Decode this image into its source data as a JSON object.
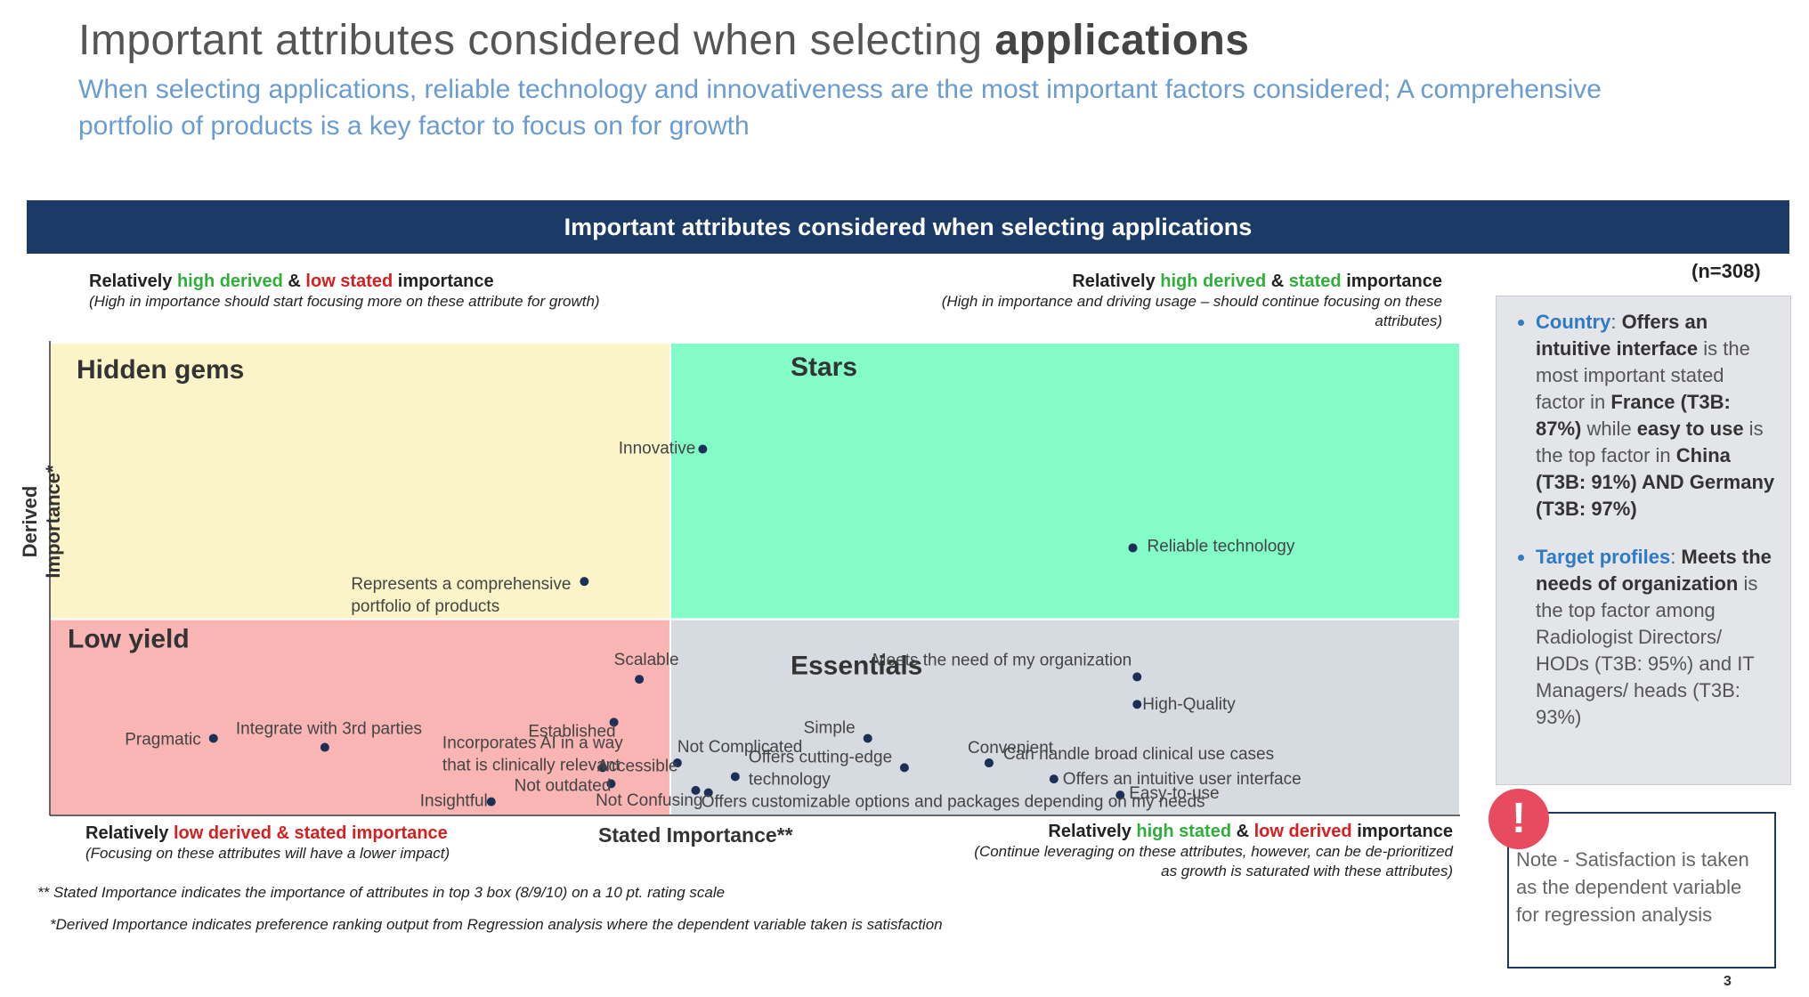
{
  "header": {
    "title_plain": "Important attributes considered when selecting",
    "title_bold": "applications",
    "subtitle": "When selecting applications, reliable technology and innovativeness are the most important factors considered; A comprehensive portfolio of products is a key factor to focus on for growth",
    "banner": "Important attributes considered when selecting applications",
    "sample_size": "(n=308)"
  },
  "corners": {
    "top_left": {
      "pre": "Relatively ",
      "w1": "high derived",
      "mid": " & ",
      "w2": "low stated",
      "post": " importance",
      "note": "(High in importance should start focusing more on these attribute for growth)"
    },
    "top_right": {
      "pre": "Relatively ",
      "w1": "high derived",
      "mid": " & ",
      "w2": "stated",
      "post": " importance",
      "note": "(High in importance and driving usage – should continue focusing on these attributes)"
    },
    "bottom_left": {
      "pre": "Relatively ",
      "w1": "low derived & stated importance",
      "note": "(Focusing on these attributes will have a lower impact)"
    },
    "bottom_right": {
      "pre": "Relatively ",
      "w1": "high stated",
      "mid": " & ",
      "w2": "low derived",
      "post": " importance",
      "note": "(Continue leveraging on these attributes, however, can be de-prioritized as growth is saturated with these attributes)"
    }
  },
  "axes": {
    "x_label": "Stated Importance**",
    "y_label": "Derived Importance*"
  },
  "footnotes": {
    "stated": "** Stated Importance indicates the importance of attributes in top 3 box (8/9/10) on a 10 pt. rating scale",
    "derived": "*Derived Importance indicates preference ranking output from Regression analysis where the dependent variable taken is satisfaction"
  },
  "chart_data": {
    "type": "scatter",
    "quadrants": [
      {
        "name": "Hidden gems",
        "color": "#fbf4c8"
      },
      {
        "name": "Stars",
        "color": "#84fcc8"
      },
      {
        "name": "Low yield",
        "color": "#f9b4b4"
      },
      {
        "name": "Essentials",
        "color": "#d6dbe1"
      }
    ],
    "xlim": [
      0,
      100
    ],
    "ylim": [
      0,
      100
    ],
    "x_split": 44,
    "y_split": 41.5,
    "point_color": "#1c2f55",
    "points": [
      {
        "label": "Innovative",
        "x": 46.3,
        "y": 77.5
      },
      {
        "label": "Reliable technology",
        "x": 76.8,
        "y": 56.6
      },
      {
        "label": "Represents a comprehensive portfolio of products",
        "x": 37.9,
        "y": 49.5
      },
      {
        "label": "Scalable",
        "x": 41.8,
        "y": 28.8
      },
      {
        "label": "Meets the need of my organization",
        "x": 77.1,
        "y": 29.3
      },
      {
        "label": "High-Quality",
        "x": 77.1,
        "y": 23.5
      },
      {
        "label": "Established",
        "x": 40.0,
        "y": 19.7
      },
      {
        "label": "Pragmatic",
        "x": 11.6,
        "y": 16.3
      },
      {
        "label": "Integrate with 3rd parties",
        "x": 19.5,
        "y": 14.4
      },
      {
        "label": "Simple",
        "x": 58.0,
        "y": 16.3
      },
      {
        "label": "Incorporates AI in a way that is clinically relevant",
        "x": 39.2,
        "y": 10.1
      },
      {
        "label": "Not Complicated",
        "x": 44.5,
        "y": 11.1
      },
      {
        "label": "Convenient",
        "x": 66.6,
        "y": 11.1
      },
      {
        "label": "Offers cutting-edge technology",
        "x": 60.6,
        "y": 10.1
      },
      {
        "label": "Can handle broad clinical use cases",
        "x": 66.6,
        "y": 11.1
      },
      {
        "label": "Offers an intuitive user interface",
        "x": 71.2,
        "y": 7.7
      },
      {
        "label": "Accessible",
        "x": 48.6,
        "y": 8.2
      },
      {
        "label": "Not outdated",
        "x": 39.8,
        "y": 6.7
      },
      {
        "label": "Easy-to-use",
        "x": 75.9,
        "y": 4.3
      },
      {
        "label": "Not Confusing",
        "x": 45.8,
        "y": 5.3
      },
      {
        "label": "Offers customizable options and packages depending on my needs",
        "x": 46.7,
        "y": 4.8
      },
      {
        "label": "Insightful",
        "x": 31.3,
        "y": 2.9
      }
    ]
  },
  "sidebar": {
    "bullet1": {
      "key": "Country",
      "t1": ": ",
      "b1": "Offers an intuitive interface",
      "t2": " is the most important stated factor in ",
      "b2": "France (T3B: 87%)",
      "t3": " while ",
      "b3": "easy to use",
      "t4": " is the top factor in ",
      "b4": "China (T3B: 91%) AND Germany (T3B: 97%)"
    },
    "bullet2": {
      "key": "Target profiles",
      "t1": ": ",
      "b1": "Meets the needs of organization",
      "t2": " is the top factor among Radiologist Directors/ HODs (T3B: 95%) and IT Managers/ heads (T3B: 93%)"
    }
  },
  "note": {
    "alert_glyph": "!",
    "text": "Note - Satisfaction is taken as the dependent variable for regression analysis"
  },
  "page_number": "3"
}
